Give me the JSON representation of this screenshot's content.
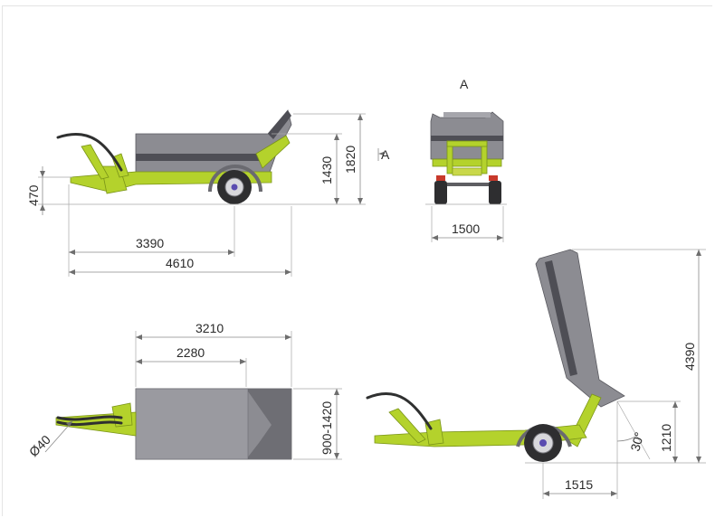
{
  "view_labels": {
    "section_marker_top": "A",
    "section_marker_side": "A"
  },
  "dimensions": {
    "side_hitch_height": "470",
    "side_wheelbase": "3390",
    "side_overall_length": "4610",
    "side_body_height": "1430",
    "side_overall_height": "1820",
    "front_track_width": "1500",
    "top_body_length": "3210",
    "top_floor_length": "2280",
    "top_body_width": "900-1420",
    "top_hose_diameter": "Ø40",
    "tipped_max_height": "4390",
    "tipped_pivot_height": "1210",
    "tipped_angle": "30°",
    "tipped_pivot_offset": "1515"
  },
  "colors": {
    "frame_green": "#b4d22c",
    "body_gray": "#8c8c92",
    "stripe_dark": "#4e4e55",
    "tire_black": "#2e2e30",
    "hub_blue": "#5a4bb0",
    "dimension_line": "#8a8a8a"
  },
  "icons": [
    "trailer-side-view",
    "trailer-front-view",
    "trailer-top-view",
    "trailer-tipped-view"
  ]
}
